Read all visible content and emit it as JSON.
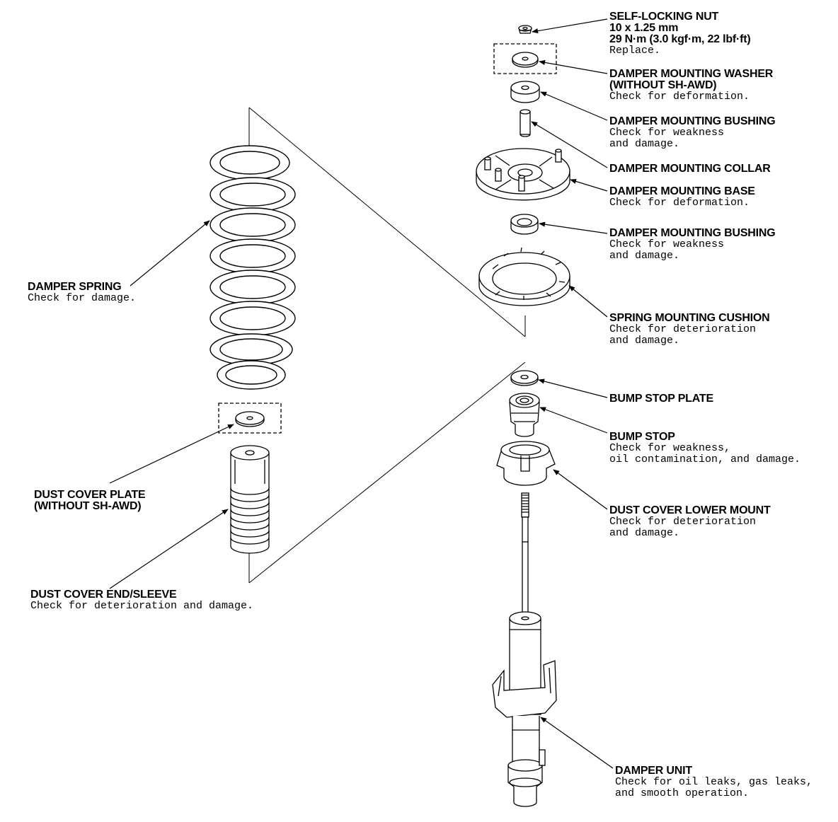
{
  "labels": {
    "self_locking_nut": {
      "title": "SELF-LOCKING NUT",
      "spec1": "10 x 1.25 mm",
      "spec2": "29 N·m (3.0 kgf·m, 22 lbf·ft)",
      "note": "Replace."
    },
    "damper_mounting_washer": {
      "title": "DAMPER MOUNTING WASHER",
      "title2": "(WITHOUT SH-AWD)",
      "note": "Check for deformation."
    },
    "damper_mounting_bushing_upper": {
      "title": "DAMPER MOUNTING BUSHING",
      "note1": "Check for weakness",
      "note2": "and damage."
    },
    "damper_mounting_collar": {
      "title": "DAMPER MOUNTING COLLAR"
    },
    "damper_mounting_base": {
      "title": "DAMPER MOUNTING BASE",
      "note": "Check for deformation."
    },
    "damper_mounting_bushing_lower": {
      "title": "DAMPER MOUNTING BUSHING",
      "note1": "Check for weakness",
      "note2": "and damage."
    },
    "spring_mounting_cushion": {
      "title": "SPRING MOUNTING CUSHION",
      "note1": "Check for deterioration",
      "note2": "and damage."
    },
    "bump_stop_plate": {
      "title": "BUMP STOP PLATE"
    },
    "bump_stop": {
      "title": "BUMP STOP",
      "note1": "Check for weakness,",
      "note2": "oil contamination, and damage."
    },
    "dust_cover_lower_mount": {
      "title": "DUST COVER LOWER MOUNT",
      "note1": "Check for deterioration",
      "note2": "and damage."
    },
    "damper_unit": {
      "title": "DAMPER UNIT",
      "note1": "Check for oil leaks, gas leaks,",
      "note2": "and smooth operation."
    },
    "damper_spring": {
      "title": "DAMPER SPRING",
      "note": "Check for damage."
    },
    "dust_cover_plate": {
      "title": "DUST COVER PLATE",
      "title2": "(WITHOUT SH-AWD)"
    },
    "dust_cover_end_sleeve": {
      "title": "DUST COVER END/SLEEVE",
      "note": "Check for deterioration and damage."
    }
  }
}
